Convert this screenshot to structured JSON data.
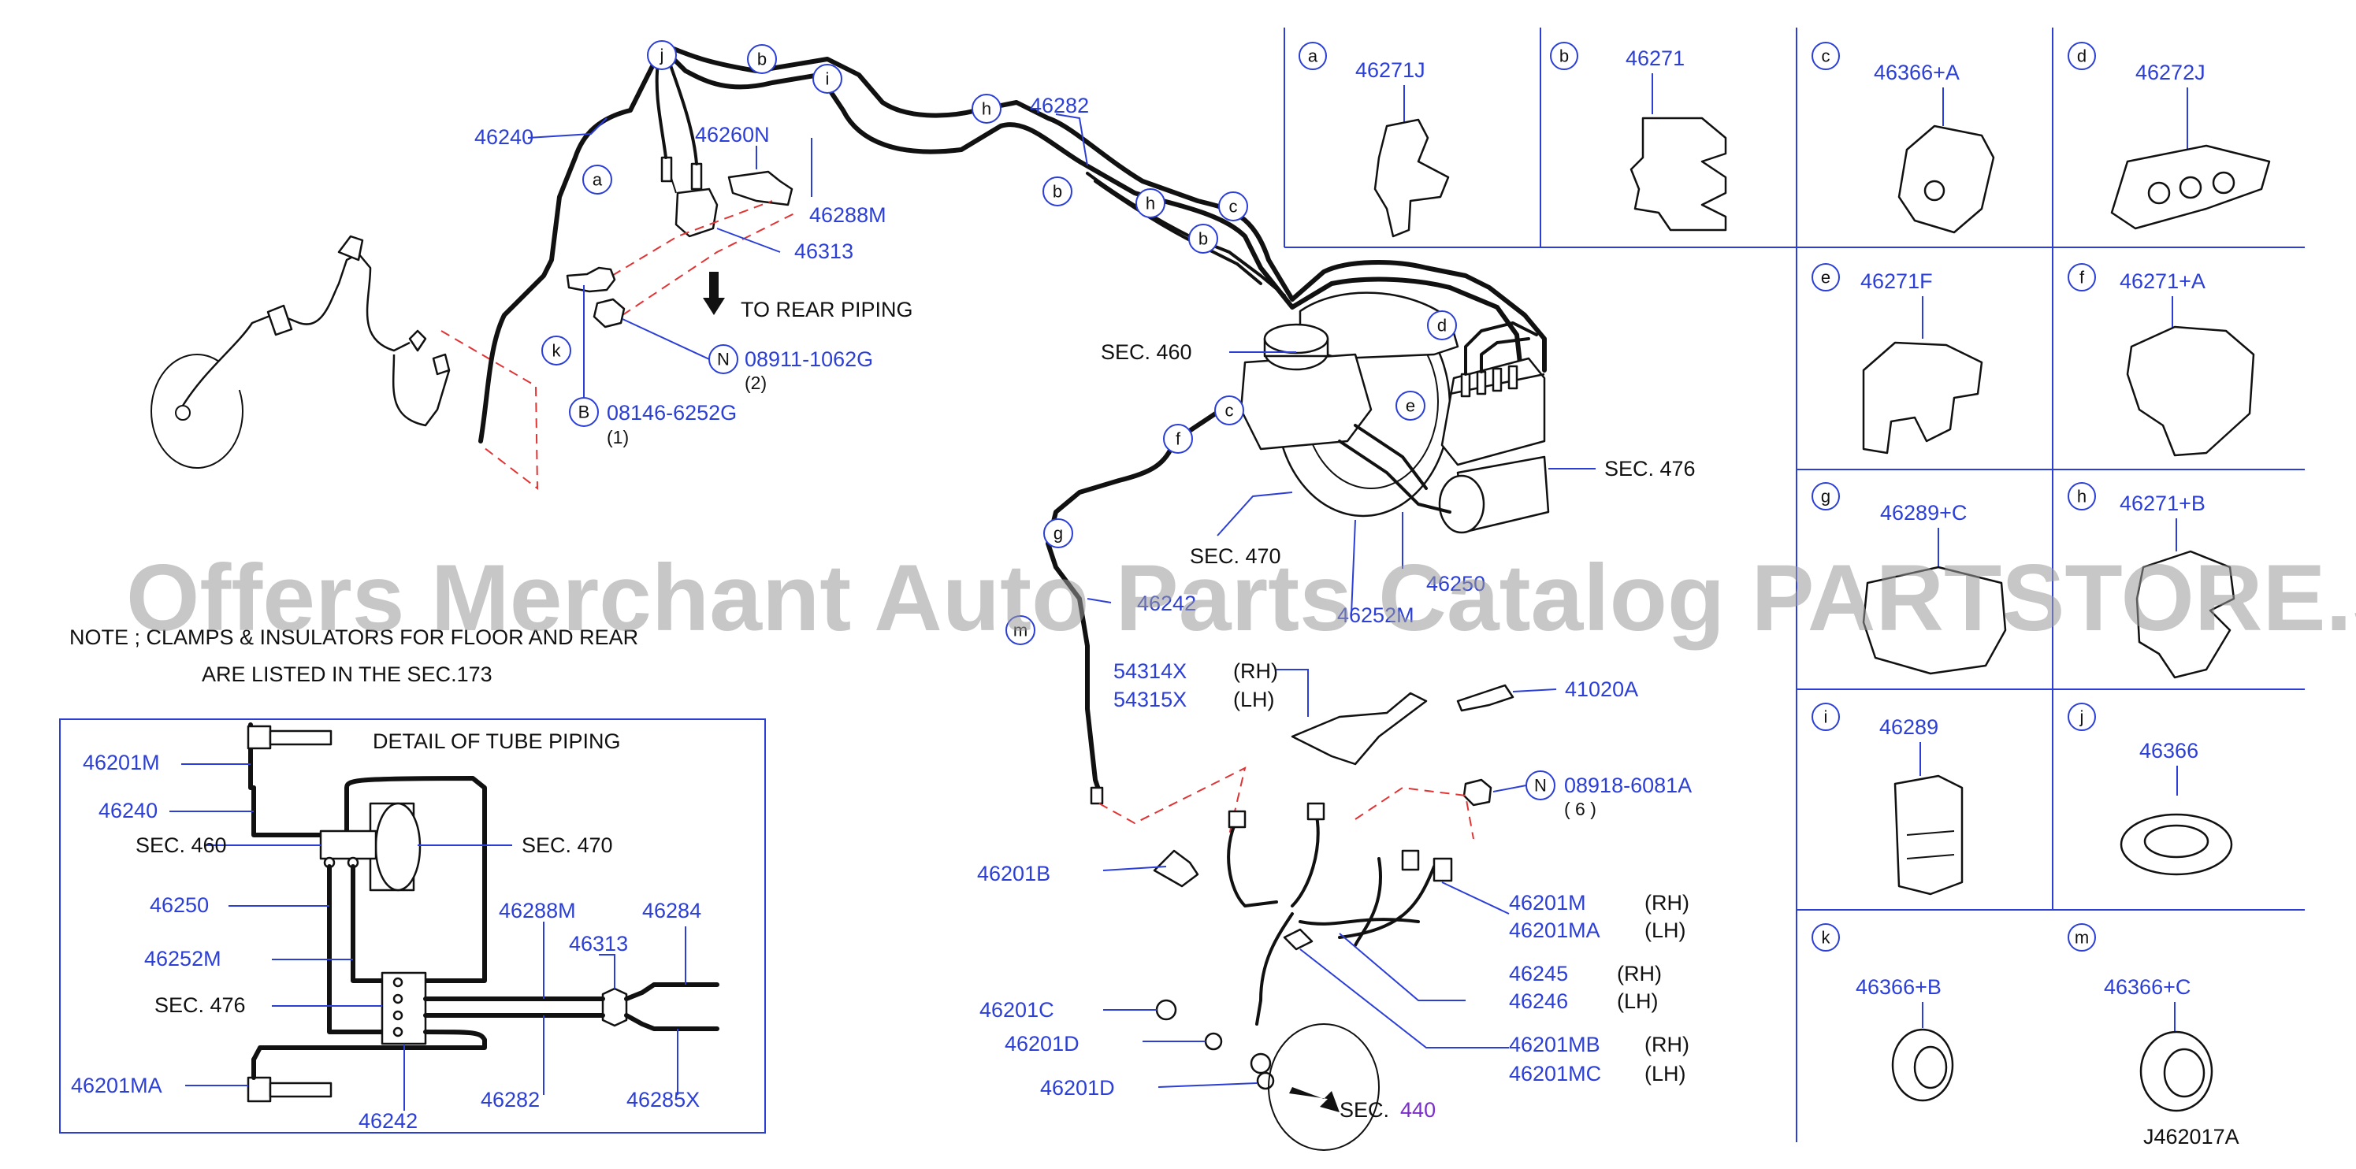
{
  "labels": {
    "p46240": "46240",
    "p46260N": "46260N",
    "p46288M": "46288M",
    "p46313": "46313",
    "p46282": "46282",
    "to_rear": "TO  REAR  PIPING",
    "p08911": "08911-1062G",
    "p08911_qty": "(2)",
    "p08146": "08146-6252G",
    "p08146_qty": "(1)",
    "sec460": "SEC.  460",
    "sec476": "SEC.  476",
    "sec470": "SEC.  470",
    "p46250": "46250",
    "p46242": "46242",
    "p46252M": "46252M",
    "p54314X": "54314X",
    "p54314X_rh": "(RH)",
    "p54315X": "54315X",
    "p54315X_lh": "(LH)",
    "p41020A": "41020A",
    "p08918": "08918-6081A",
    "p08918_qty": "( 6    )",
    "p46201B": "46201B",
    "p46201M": "46201M",
    "p46201M_rh": "(RH)",
    "p46201MA": "46201MA",
    "p46201MA_lh": "(LH)",
    "p46245": "46245",
    "p46245_rh": "(RH)",
    "p46246": "46246",
    "p46246_lh": "(LH)",
    "p46201C": "46201C",
    "p46201D_1": "46201D",
    "p46201D_2": "46201D",
    "p46201MB": "46201MB",
    "p46201MB_rh": "(RH)",
    "p46201MC": "46201MC",
    "p46201MC_lh": "(LH)",
    "sec440_prefix": "SEC.",
    "sec440_num": "440",
    "diagram_id": "J462017A"
  },
  "note": {
    "line1": "NOTE  ;  CLAMPS  &  INSULATORS  FOR  FLOOR  AND  REAR",
    "line2": "ARE  LISTED  IN  THE  SEC.173"
  },
  "detail": {
    "title": "DETAIL  OF  TUBE  PIPING",
    "p46201M": "46201M",
    "p46240": "46240",
    "sec460": "SEC.  460",
    "sec470": "SEC.  470",
    "p46250": "46250",
    "p46252M": "46252M",
    "sec476": "SEC.  476",
    "p46288M": "46288M",
    "p46313": "46313",
    "p46284": "46284",
    "p46201MA": "46201MA",
    "p46242": "46242",
    "p46282": "46282",
    "p46285X": "46285X"
  },
  "callouts": {
    "j": "j",
    "b": "b",
    "i": "i",
    "h": "h",
    "a": "a",
    "k": "k",
    "N": "N",
    "B": "B",
    "c": "c",
    "d": "d",
    "e": "e",
    "f": "f",
    "g": "g",
    "m": "m"
  },
  "clips": [
    {
      "letter": "a",
      "part": "46271J"
    },
    {
      "letter": "b",
      "part": "46271"
    },
    {
      "letter": "c",
      "part": "46366+A"
    },
    {
      "letter": "d",
      "part": "46272J"
    },
    {
      "letter": "e",
      "part": "46271F"
    },
    {
      "letter": "f",
      "part": "46271+A"
    },
    {
      "letter": "g",
      "part": "46289+C"
    },
    {
      "letter": "h",
      "part": "46271+B"
    },
    {
      "letter": "i",
      "part": "46289"
    },
    {
      "letter": "j",
      "part": "46366"
    },
    {
      "letter": "k",
      "part": "46366+B"
    },
    {
      "letter": "m",
      "part": "46366+C"
    }
  ],
  "watermark": "Offers Merchant Auto Parts Catalog PARTSTORE.SA",
  "colors": {
    "part_number": "#2b3fd6",
    "dashed_guide": "#e03434",
    "sec440": "#7a2fc8"
  }
}
